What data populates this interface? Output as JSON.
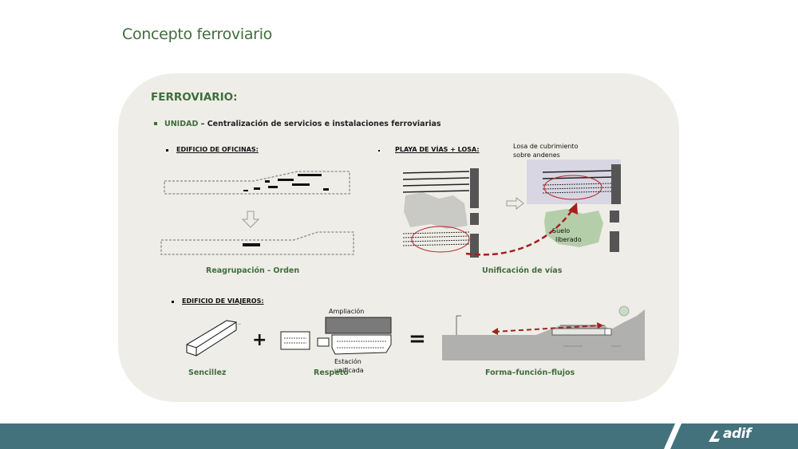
{
  "slide": {
    "title": "Concepto ferroviario",
    "section_title": "FERROVIARIO:",
    "unidad_highlight": "UNIDAD",
    "unidad_rest": " – Centralización de servicios e instalaciones ferroviarias",
    "oficinas_label": "EDIFICIO DE OFICINAS:",
    "playa_label": "PLAYA DE VÍAS + LOSA:",
    "viajeros_label": "EDIFICIO DE VIAJEROS:",
    "losa_note": "Losa de cubrimiento sobre andenes",
    "losa_note_line1": "Losa de cubrimiento",
    "losa_note_line2": "sobre andenes",
    "suelo_line1": "Suelo",
    "suelo_line2": "liberado",
    "ampliacion": "Ampliación",
    "estacion_line1": "Estación",
    "estacion_line2": "unificada",
    "captions": {
      "reagrupacion": "Reagrupación  - Orden",
      "unificacion": "Unificación de vías",
      "sencillez": "Sencillez",
      "respeto": "Respeto",
      "forma": "Forma–función–flujos"
    },
    "operators": {
      "plus": "+",
      "equals": "="
    }
  },
  "footer": {
    "logo": "adif",
    "color": "#43727d"
  },
  "colors": {
    "accent_green": "#3f6e3a",
    "panel": "#eeede8",
    "arrow_red": "#a51f1f"
  }
}
